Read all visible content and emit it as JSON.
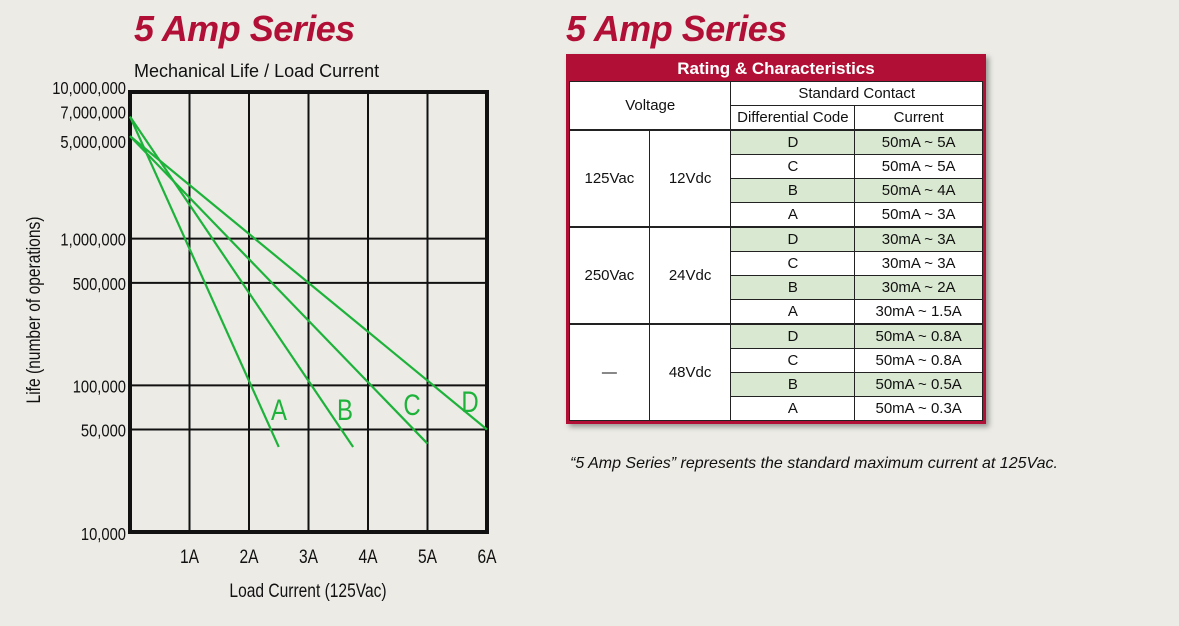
{
  "left_title": "5 Amp Series",
  "right_title": "5 Amp Series",
  "chart_data": {
    "type": "line",
    "title": "Mechanical Life / Load Current",
    "xlabel": "Load Current (125Vac)",
    "ylabel": "Life (number of operations)",
    "y_scale": "log",
    "xlim": [
      0,
      6
    ],
    "ylim": [
      10000,
      10000000
    ],
    "x_ticks": [
      1,
      2,
      3,
      4,
      5,
      6
    ],
    "x_tick_labels": [
      "1A",
      "2A",
      "3A",
      "4A",
      "5A",
      "6A"
    ],
    "y_ticks": [
      10000,
      50000,
      100000,
      500000,
      1000000,
      5000000,
      7000000,
      10000000
    ],
    "y_tick_labels": [
      "10,000",
      "50,000",
      "100,000",
      "500,000",
      "1,000,000",
      "5,000,000",
      "7,000,000",
      "10,000,000"
    ],
    "grid": true,
    "line_color": "#1db33a",
    "series": [
      {
        "name": "A",
        "x": [
          0,
          2.5
        ],
        "y": [
          6800000,
          38000
        ]
      },
      {
        "name": "B",
        "x": [
          0,
          3.75
        ],
        "y": [
          6800000,
          38000
        ]
      },
      {
        "name": "C",
        "x": [
          0,
          5.0
        ],
        "y": [
          5000000,
          40000
        ]
      },
      {
        "name": "D",
        "x": [
          0,
          6.0
        ],
        "y": [
          5000000,
          50000
        ]
      }
    ]
  },
  "table": {
    "header": "Rating & Characteristics",
    "col_voltage": "Voltage",
    "col_standard_contact": "Standard Contact",
    "col_differential_code": "Differential Code",
    "col_current": "Current",
    "groups": [
      {
        "ac": "125Vac",
        "dc": "12Vdc",
        "rows": [
          {
            "code": "D",
            "current": "50mA ~ 5A"
          },
          {
            "code": "C",
            "current": "50mA ~ 5A"
          },
          {
            "code": "B",
            "current": "50mA ~ 4A"
          },
          {
            "code": "A",
            "current": "50mA ~ 3A"
          }
        ]
      },
      {
        "ac": "250Vac",
        "dc": "24Vdc",
        "rows": [
          {
            "code": "D",
            "current": "30mA ~ 3A"
          },
          {
            "code": "C",
            "current": "30mA ~ 3A"
          },
          {
            "code": "B",
            "current": "30mA ~ 2A"
          },
          {
            "code": "A",
            "current": "30mA ~ 1.5A"
          }
        ]
      },
      {
        "ac": "—",
        "dc": "48Vdc",
        "rows": [
          {
            "code": "D",
            "current": "50mA ~ 0.8A"
          },
          {
            "code": "C",
            "current": "50mA ~ 0.8A"
          },
          {
            "code": "B",
            "current": "50mA ~ 0.5A"
          },
          {
            "code": "A",
            "current": "50mA ~ 0.3A"
          }
        ]
      }
    ]
  },
  "footnote": "“5 Amp Series” represents the standard maximum current at 125Vac."
}
